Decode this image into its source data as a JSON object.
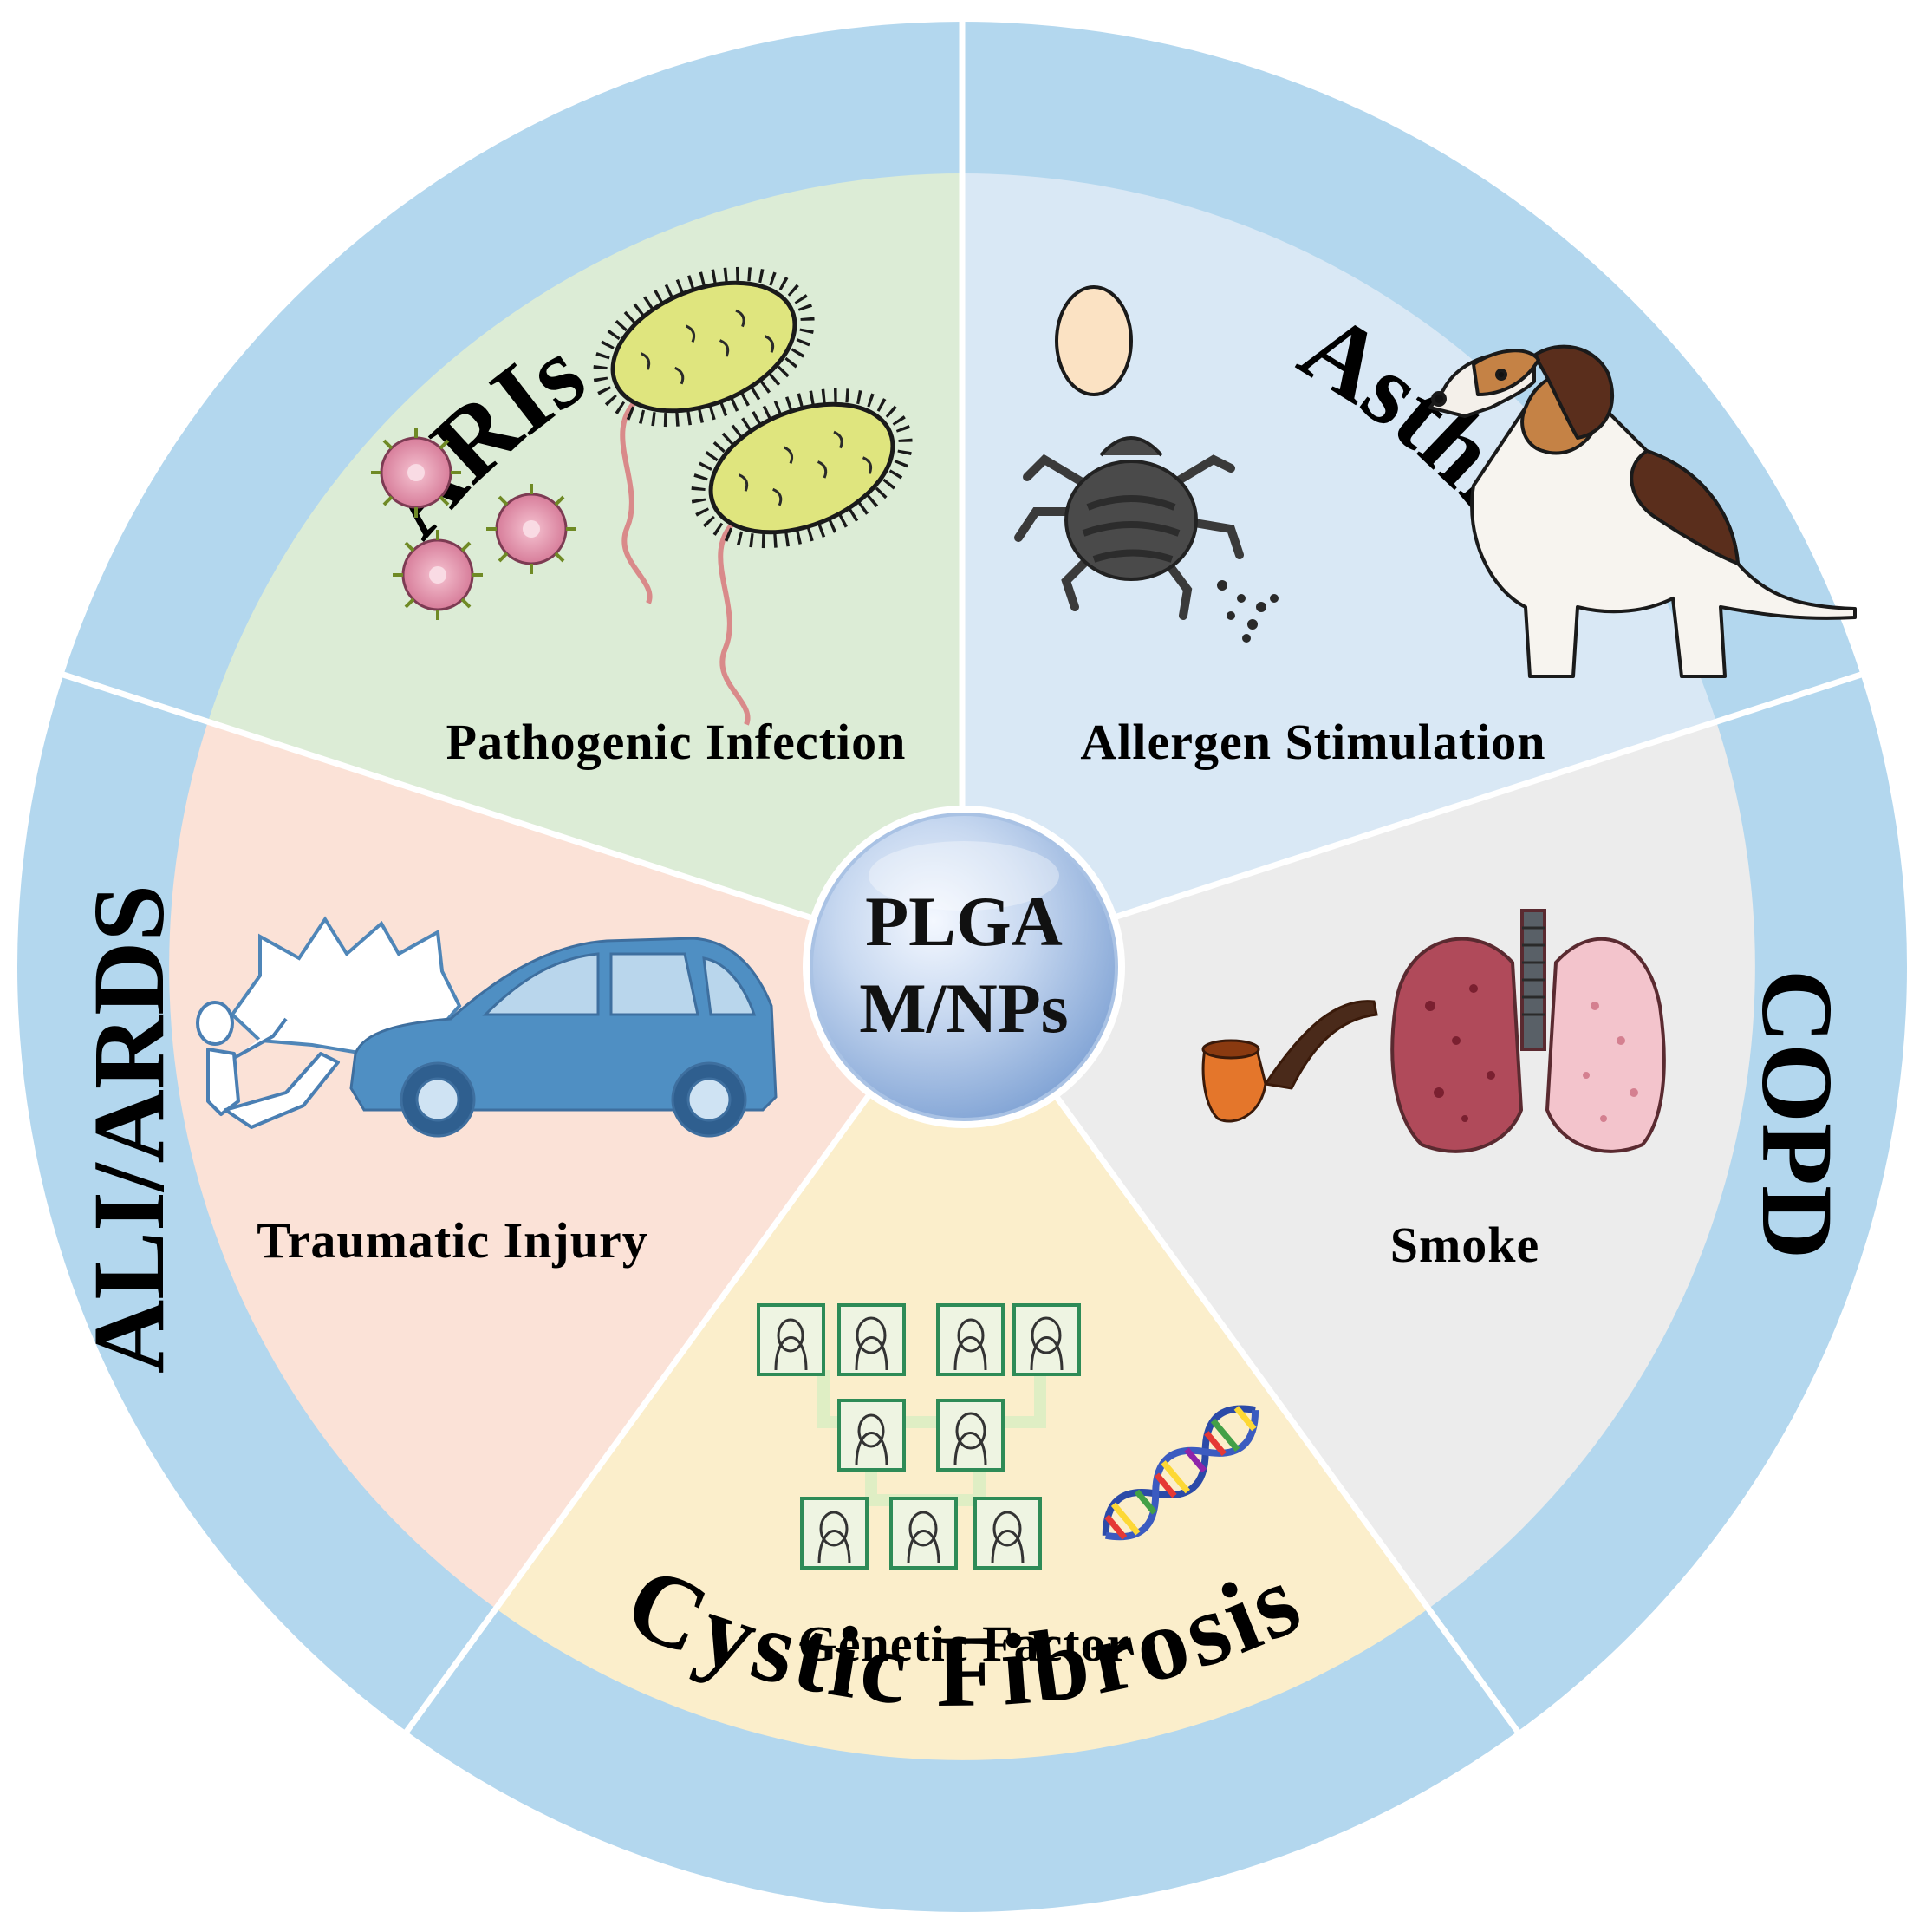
{
  "center": {
    "line1": "PLGA",
    "line2": "M/NPs"
  },
  "diseases": {
    "aris": "ARIs",
    "asthma": "Asthma",
    "copd": "COPD",
    "cystic_fibrosis": "Cystic Fibrosis",
    "ali_ards": "ALI/ARDS"
  },
  "causes": {
    "pathogenic_infection": "Pathogenic Infection",
    "allergen_stimulation": "Allergen Stimulation",
    "smoke": "Smoke",
    "genetic_factor": "Genetic Factor",
    "traumatic_injury": "Traumatic Injury"
  },
  "colors": {
    "ring": "#b3d7ee",
    "divider": "#ffffff",
    "green_sector": "#dcecd6",
    "blue_sector": "#d9e8f5",
    "grey_sector": "#ececec",
    "yellow_sector": "#fbeecb",
    "pink_sector": "#fbe2d7",
    "center": "#8fb1dc"
  }
}
